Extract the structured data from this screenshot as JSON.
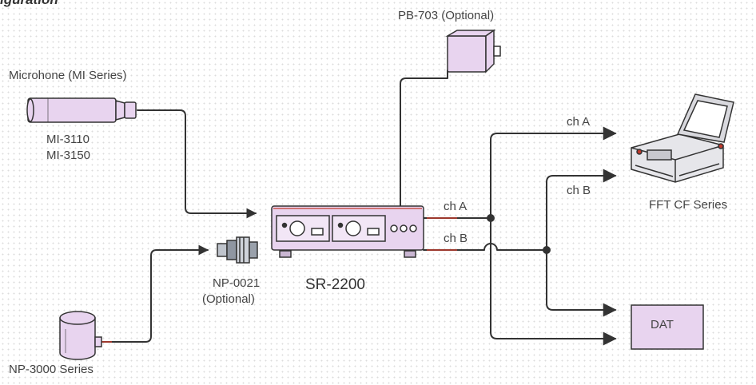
{
  "heading_fragment": "iguration",
  "labels": {
    "microphone_heading": "Microhone (MI Series)",
    "mic_model_1": "MI-3110",
    "mic_model_2": "MI-3150",
    "power_supply": "PB-703 (Optional)",
    "main_unit": "SR-2200",
    "adapter_model": "NP-0021",
    "adapter_optional": "(Optional)",
    "accelerometer": "NP-3000 Series",
    "analyzer": "FFT CF Series",
    "recorder": "DAT",
    "out_ch_a": "ch A",
    "out_ch_b": "ch B",
    "analyzer_ch_a": "ch A",
    "analyzer_ch_b": "ch B"
  },
  "colors": {
    "line": "#333333",
    "device_fill": "#e8d4ef",
    "device_stroke": "#333333",
    "accent_red": "#c0392b"
  }
}
